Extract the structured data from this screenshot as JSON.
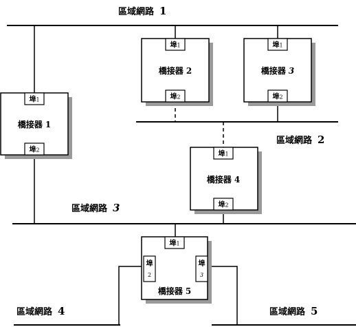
{
  "lans": [
    {
      "name": "區域網路",
      "num": "1"
    },
    {
      "name": "區域網路",
      "num": "2"
    },
    {
      "name": "區域網路",
      "num": "3"
    },
    {
      "name": "區域網路",
      "num": "4"
    },
    {
      "name": "區域網路",
      "num": "5"
    }
  ],
  "bridges": [
    {
      "name": "橋接器",
      "num": "1"
    },
    {
      "name": "橋接器",
      "num": "2"
    },
    {
      "name": "橋接器",
      "num": "3"
    },
    {
      "name": "橋接器",
      "num": "4"
    },
    {
      "name": "橋接器",
      "num": "5"
    }
  ],
  "port": {
    "label": "埠",
    "p1": "1",
    "p2": "2",
    "p3": "3"
  }
}
